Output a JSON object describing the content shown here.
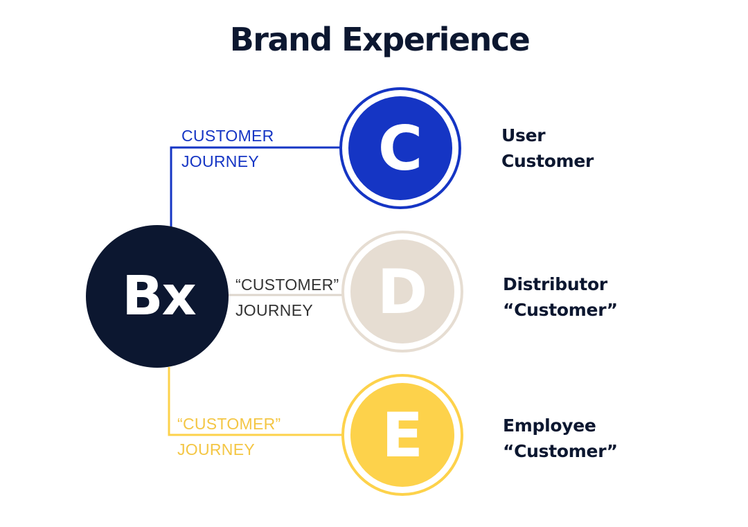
{
  "title": "Brand Experience",
  "colors": {
    "dark": "#0c1730",
    "blue": "#1535c4",
    "beige": "#e6ddd2",
    "yellow": "#fdd24b",
    "journey_gray": "#333333",
    "journey_yellow": "#f4c644",
    "line_gray": "#ddd6cc",
    "white": "#ffffff"
  },
  "hub": {
    "label": "Bx"
  },
  "nodes": [
    {
      "id": "c",
      "letter": "C",
      "journey": [
        "CUSTOMER",
        "JOURNEY"
      ],
      "label": [
        "User",
        "Customer"
      ]
    },
    {
      "id": "d",
      "letter": "D",
      "journey": [
        "“CUSTOMER”",
        "JOURNEY"
      ],
      "label": [
        "Distributor",
        "“Customer”"
      ]
    },
    {
      "id": "e",
      "letter": "E",
      "journey": [
        "“CUSTOMER”",
        "JOURNEY"
      ],
      "label": [
        "Employee",
        "“Customer”"
      ]
    }
  ]
}
